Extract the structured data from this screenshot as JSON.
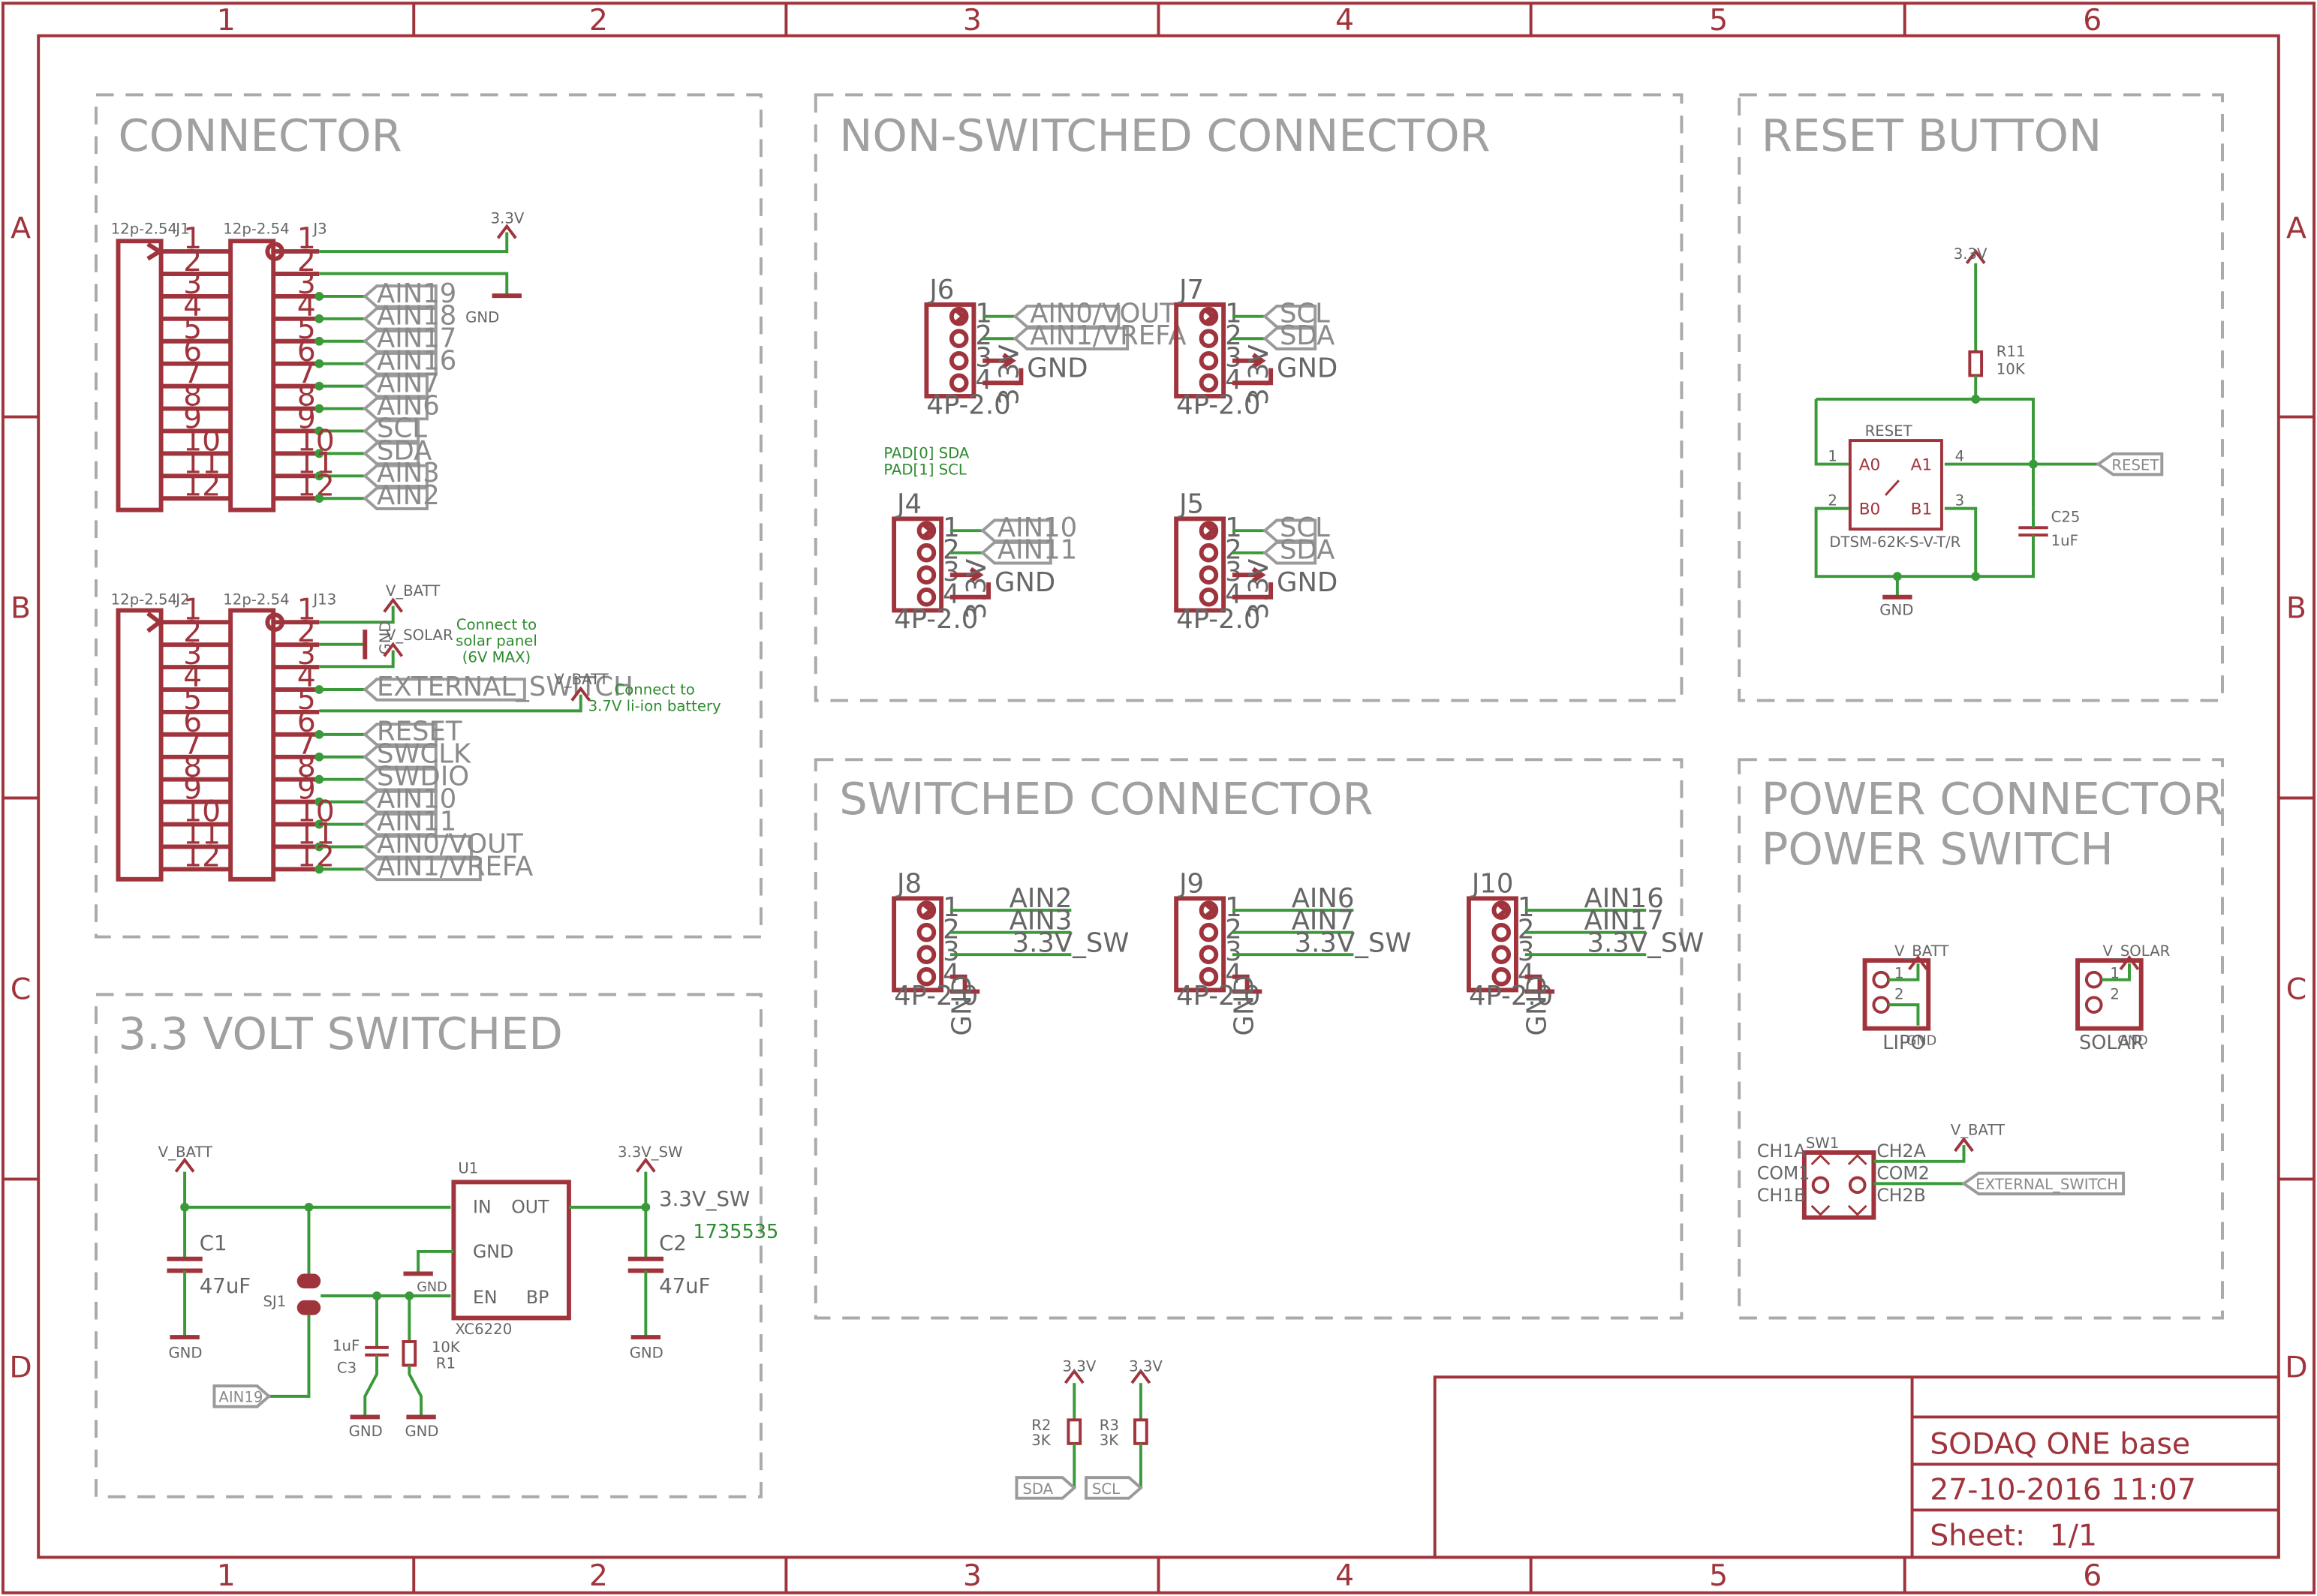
{
  "frame": {
    "columns": [
      "1",
      "2",
      "3",
      "4",
      "5",
      "6"
    ],
    "rows": [
      "A",
      "B",
      "C",
      "D"
    ]
  },
  "sections": {
    "connector": "CONNECTOR",
    "non_switched": "NON-SWITCHED CONNECTOR",
    "reset_button": "RESET BUTTON",
    "switched": "SWITCHED CONNECTOR",
    "power_line1": "POWER CONNECTOR",
    "power_line2": "POWER SWITCH",
    "volt_switched": "3.3 VOLT SWITCHED"
  },
  "connector": {
    "package": "12p-2.54",
    "j1": "J1",
    "j3": "J3",
    "j2": "J2",
    "j13": "J13",
    "pins": [
      "1",
      "2",
      "3",
      "4",
      "5",
      "6",
      "7",
      "8",
      "9",
      "10",
      "11",
      "12"
    ],
    "top_labels": [
      "AIN19",
      "AIN18",
      "AIN17",
      "AIN16",
      "AIN7",
      "AIN6",
      "SCL",
      "SDA",
      "AIN3",
      "AIN2"
    ],
    "bottom_labels": [
      "EXTERNAL_SWITCH",
      "RESET",
      "SWCLK",
      "SWDIO",
      "AIN10",
      "AIN11",
      "AIN0/VOUT",
      "AIN1/VREFA"
    ],
    "v33": "3.3V",
    "gnd": "GND",
    "vbatt": "V_BATT",
    "vsolar": "V_SOLAR",
    "note_solar": [
      "Connect to",
      "solar panel",
      "(6V MAX)"
    ],
    "note_batt": [
      "Connect to",
      "3.7V li-ion battery"
    ]
  },
  "non_switched": {
    "package": "4P-2.0",
    "j6": "J6",
    "j7": "J7",
    "j4": "J4",
    "j5": "J5",
    "j6_labels": [
      "AIN0/VOUT",
      "AIN1/VREFA"
    ],
    "j7_labels": [
      "SCL",
      "SDA"
    ],
    "j4_labels": [
      "AIN10",
      "AIN11"
    ],
    "j5_labels": [
      "SCL",
      "SDA"
    ],
    "pad_note": [
      "PAD[0] SDA",
      "PAD[1] SCL"
    ],
    "gnd": "GND",
    "v33": "3.3V"
  },
  "reset": {
    "r11": "R11",
    "r11_val": "10K",
    "v33": "3.3V",
    "switch_name": "RESET",
    "a0": "A0",
    "a1": "A1",
    "b0": "B0",
    "b1": "B1",
    "p1": "1",
    "p2": "2",
    "p3": "3",
    "p4": "4",
    "part": "DTSM-62K-S-V-T/R",
    "c25": "C25",
    "c25_val": "1uF",
    "gnd": "GND",
    "flag": "RESET"
  },
  "switched": {
    "package": "4P-2.0",
    "j8": "J8",
    "j9": "J9",
    "j10": "J10",
    "j8_labels": [
      "AIN2",
      "AIN3",
      "3.3V_SW"
    ],
    "j9_labels": [
      "AIN6",
      "AIN7",
      "3.3V_SW"
    ],
    "j10_labels": [
      "AIN16",
      "AIN17",
      "3.3V_SW"
    ],
    "gnd": "GND"
  },
  "power": {
    "vbatt": "V_BATT",
    "vsolar": "V_SOLAR",
    "lipo": "LIPO",
    "solar": "SOLAR",
    "gnd": "GND",
    "sw1": "SW1",
    "left_pins": [
      "CH1A",
      "COM1",
      "CH1B"
    ],
    "right_pins": [
      "CH2A",
      "COM2",
      "CH2B"
    ],
    "flag": "EXTERNAL_SWITCH"
  },
  "volt": {
    "vbatt": "V_BATT",
    "v33sw": "3.3V_SW",
    "v33sw_big": "3.3V_SW",
    "c1": "C1",
    "c1_val": "47uF",
    "c2": "C2",
    "c2_val": "47uF",
    "c2_part": "1735535",
    "sj1": "SJ1",
    "u1": "U1",
    "u1_part": "XC6220",
    "in": "IN",
    "out": "OUT",
    "u_gnd": "GND",
    "en": "EN",
    "bp": "BP",
    "c3": "C3",
    "c3_val": "1uF",
    "r1": "R1",
    "r1_val": "10K",
    "gnd": "GND",
    "ain19": "AIN19"
  },
  "pullups": {
    "v33": "3.3V",
    "r2": "R2",
    "r2_val": "3K",
    "r3": "R3",
    "r3_val": "3K",
    "sda": "SDA",
    "scl": "SCL"
  },
  "title_block": {
    "name": "SODAQ ONE base",
    "date": "27-10-2016 11:07",
    "sheet_label": "Sheet:",
    "sheet": "1/1"
  }
}
